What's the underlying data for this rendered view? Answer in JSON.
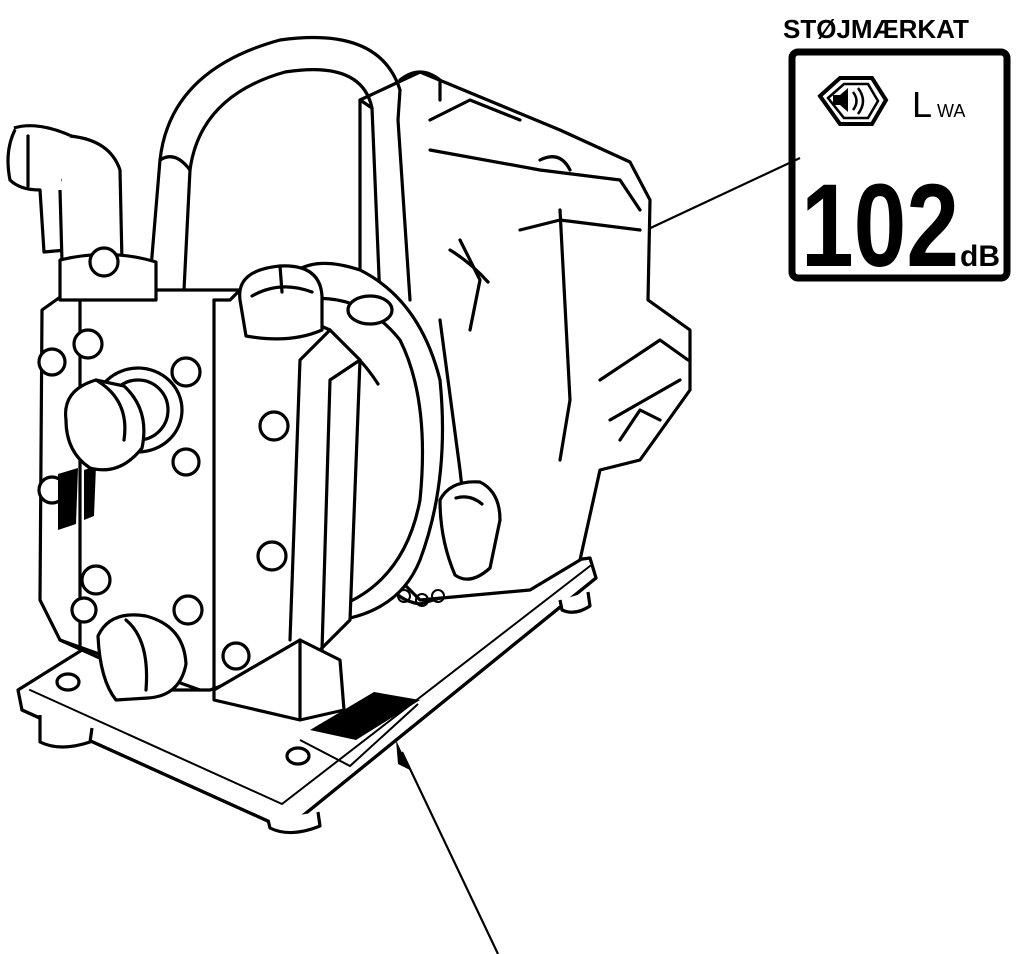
{
  "label": {
    "title": "STØJMÆRKAT",
    "lwa_symbol": "L",
    "lwa_subscript": "WA",
    "value": "102",
    "unit": "dB"
  },
  "icons": {
    "sound_icon": "speaker-in-hexagon-icon"
  },
  "colors": {
    "ink": "#000000",
    "paper": "#ffffff"
  }
}
